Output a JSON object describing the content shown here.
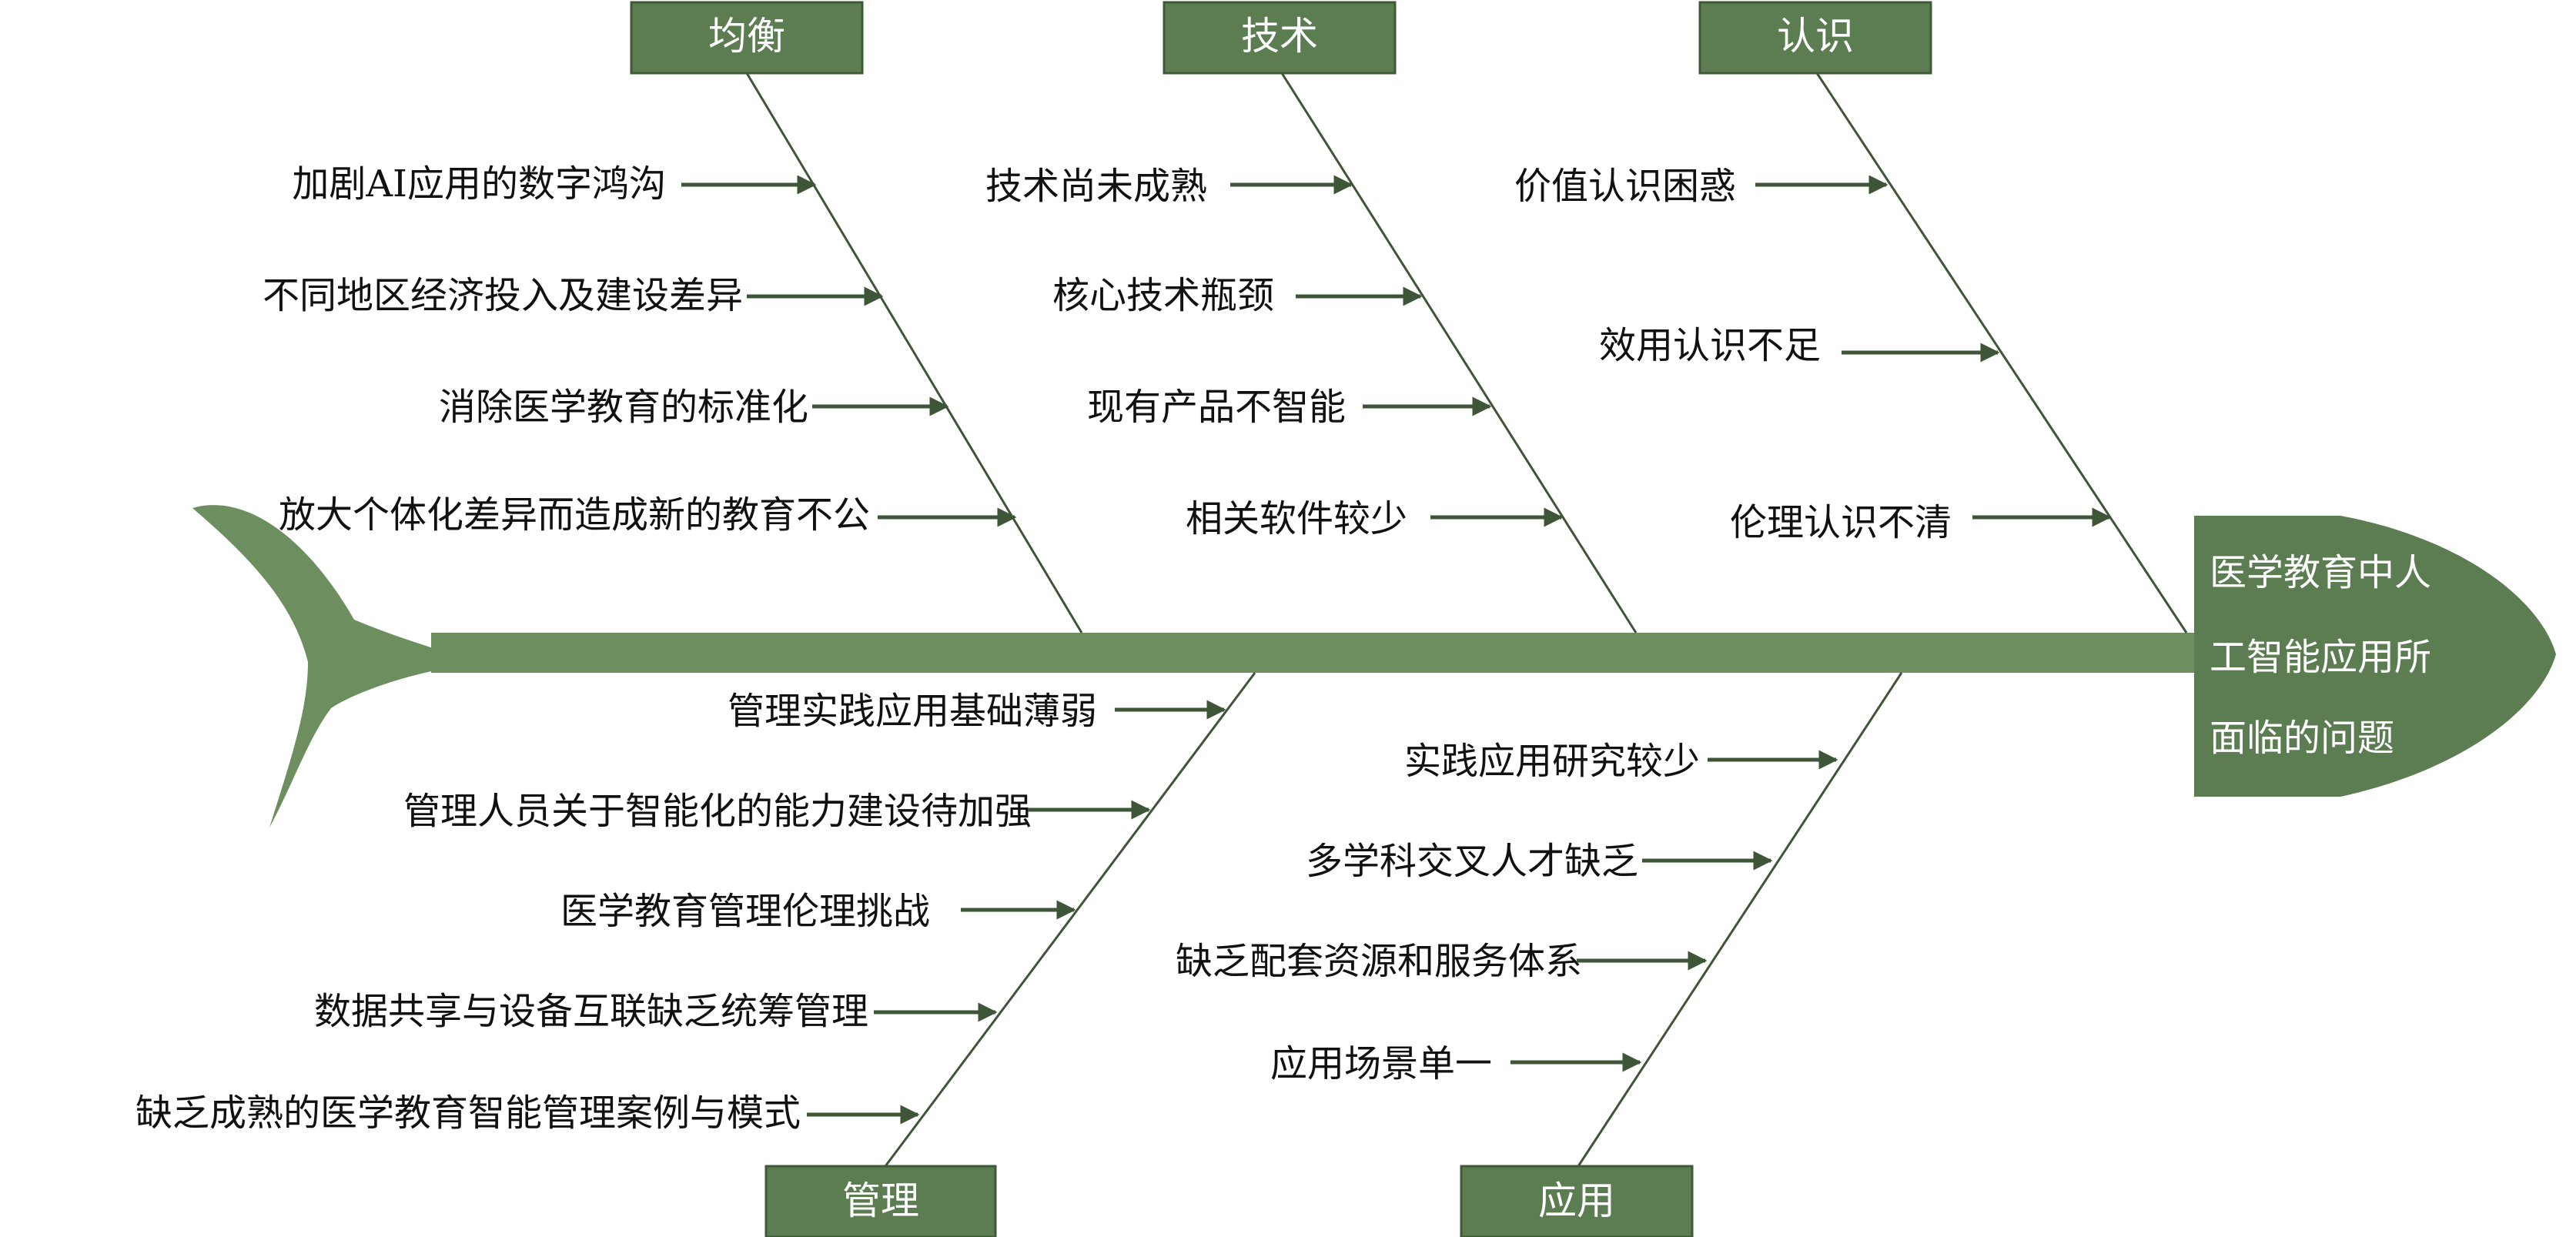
{
  "problem": {
    "lines": [
      "医学教育中人",
      "工智能应用所",
      "面临的问题"
    ]
  },
  "categories": [
    {
      "id": "balance",
      "label": "均衡",
      "causes": [
        "加剧AI应用的数字鸿沟",
        "不同地区经济投入及建设差异",
        "消除医学教育的标准化",
        "放大个体化差异而造成新的教育不公"
      ]
    },
    {
      "id": "technology",
      "label": "技术",
      "causes": [
        "技术尚未成熟",
        "核心技术瓶颈",
        "现有产品不智能",
        "相关软件较少"
      ]
    },
    {
      "id": "cognition",
      "label": "认识",
      "causes": [
        "价值认识困惑",
        "效用认识不足",
        "伦理认识不清"
      ]
    },
    {
      "id": "management",
      "label": "管理",
      "causes": [
        "管理实践应用基础薄弱",
        "管理人员关于智能化的能力建设待加强",
        "医学教育管理伦理挑战",
        "数据共享与设备互联缺乏统筹管理",
        "缺乏成熟的医学教育智能管理案例与模式"
      ]
    },
    {
      "id": "application",
      "label": "应用",
      "causes": [
        "实践应用研究较少",
        "多学科交叉人才缺乏",
        "缺乏配套资源和服务体系",
        "应用场景单一"
      ]
    }
  ],
  "colors": {
    "spine": "#6d8f5f",
    "box_fill": "#5c7d52",
    "box_stroke": "#3f5a37",
    "bone": "#3e5637",
    "arrow": "#3e5637",
    "text": "#111111"
  }
}
